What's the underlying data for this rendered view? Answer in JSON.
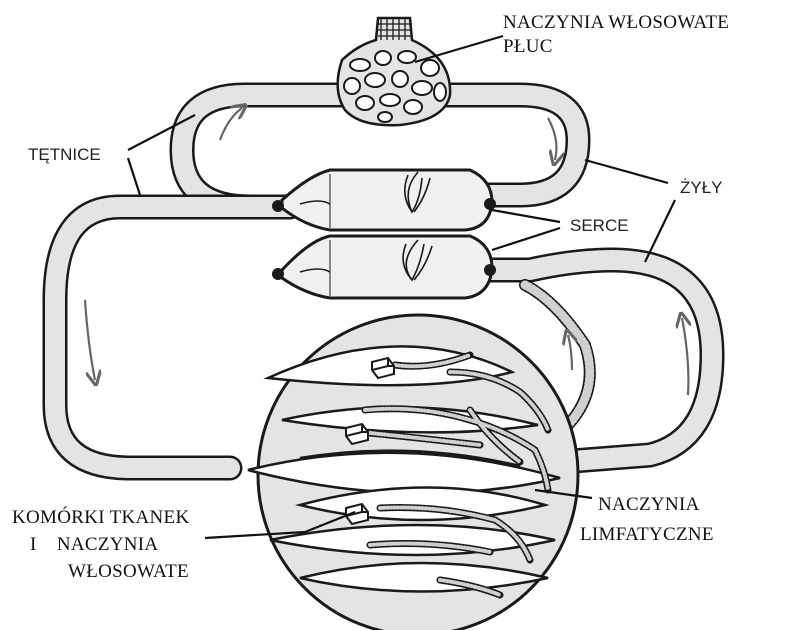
{
  "labels": {
    "lung_capillaries": [
      "NACZYNIA WŁOSOWATE",
      "PŁUC"
    ],
    "arteries": "TĘTNICE",
    "veins": "ŻYŁY",
    "heart": "SERCE",
    "lymph_vessels": [
      "NACZYNIA",
      "LIMFATYCZNE"
    ],
    "tissue_cells": [
      "KOMÓRKI TKANEK",
      "I    NACZYNIA",
      "WŁOSOWATE"
    ]
  },
  "colors": {
    "outline": "#1a1a1a",
    "vessel_fill": "#e4e4e4",
    "heart_fill": "#f0f0f0",
    "lymph_fill": "#d0d0d0",
    "arrow": "#666666",
    "background": "#ffffff"
  }
}
